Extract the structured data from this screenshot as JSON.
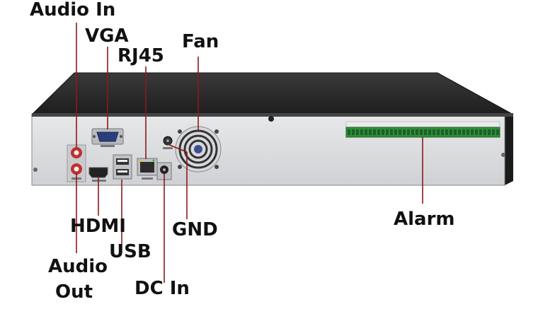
{
  "labels": {
    "audio_in": "Audio In",
    "vga": "VGA",
    "rj45": "RJ45",
    "fan": "Fan",
    "hdmi": "HDMI",
    "gnd": "GND",
    "alarm": "Alarm",
    "usb": "USB",
    "audio_out_line1": "Audio",
    "audio_out_line2": "Out",
    "dc_in": "DC In"
  },
  "colors": {
    "chassis_top": "#2b2b2b",
    "back_panel": "#dcdde0",
    "leader_line": "#8b1a1a",
    "terminal_green": "#2f8f3a",
    "label_text": "#111111"
  },
  "icons": [
    "vga-port-icon",
    "rj45-port-icon",
    "fan-icon",
    "hdmi-port-icon",
    "usb-port-icon",
    "audio-jack-icon",
    "dc-jack-icon",
    "ground-screw-icon",
    "alarm-terminal-icon"
  ]
}
